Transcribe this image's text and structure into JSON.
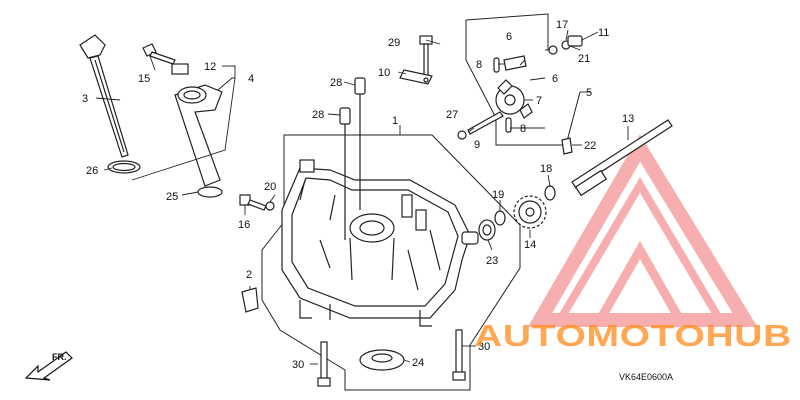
{
  "diagram": {
    "code": "VK64E0600A",
    "direction": "FR.",
    "callouts": {
      "c1": "1",
      "c2": "2",
      "c3": "3",
      "c4": "4",
      "c5": "5",
      "c6a": "6",
      "c6b": "6",
      "c7": "7",
      "c8a": "8",
      "c8b": "8",
      "c9": "9",
      "c10": "10",
      "c11": "11",
      "c12": "12",
      "c13": "13",
      "c14": "14",
      "c15": "15",
      "c16": "16",
      "c17": "17",
      "c18": "18",
      "c19": "19",
      "c20": "20",
      "c21": "21",
      "c22": "22",
      "c23": "23",
      "c24": "24",
      "c25": "25",
      "c26": "26",
      "c27": "27",
      "c28a": "28",
      "c28b": "28",
      "c29": "29",
      "c30a": "30",
      "c30b": "30"
    }
  },
  "watermark": {
    "brand_text": "AUTOMOTOHUB",
    "colors": {
      "accent": "#ff8a1a",
      "dark": "#5a5a5a",
      "logo": "#f26c6c"
    }
  }
}
